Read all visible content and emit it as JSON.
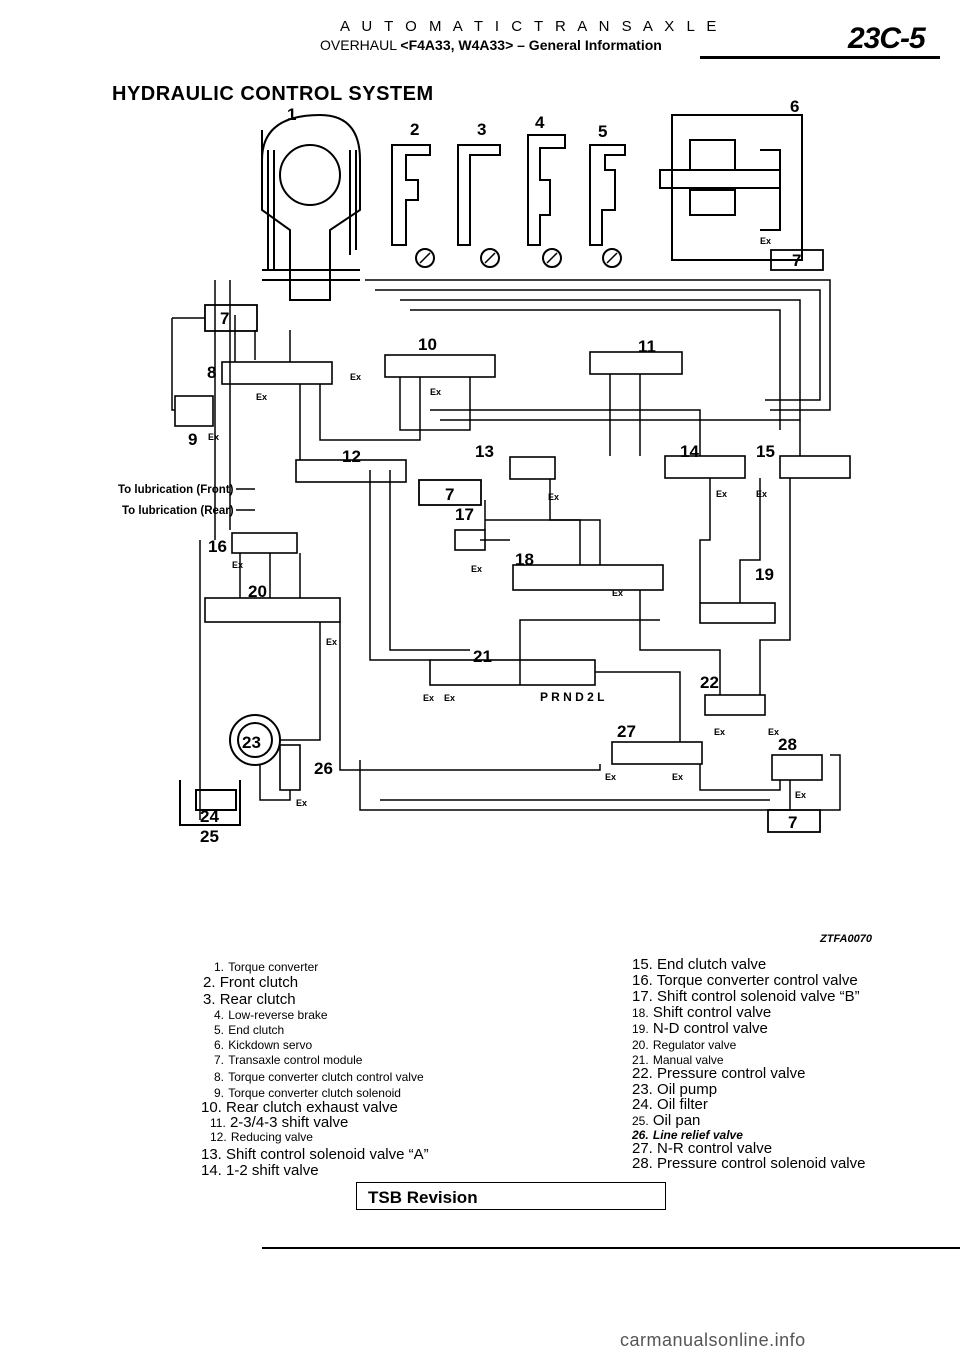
{
  "header": {
    "title": "A U T O M A T I C  T R A N S A X L E",
    "subtitle_prefix": "OVERHAUL",
    "subtitle_models": "<F4A33, W4A33> – General Information",
    "page_number": "23C-5"
  },
  "section_title": "HYDRAULIC  CONTROL  SYSTEM",
  "figure_code": "ZTFA0070",
  "diagram": {
    "callouts": [
      "1",
      "2",
      "3",
      "4",
      "5",
      "6",
      "7",
      "8",
      "9",
      "10",
      "11",
      "12",
      "13",
      "14",
      "15",
      "16",
      "17",
      "18",
      "19",
      "20",
      "21",
      "22",
      "23",
      "24",
      "25",
      "26",
      "27",
      "28"
    ],
    "side_labels": {
      "lub_front": "To lubrication (Front)",
      "lub_rear": "To lubrication (Rear)"
    },
    "selector": "P R N D 2 L",
    "exhaust": "Ex"
  },
  "legend": {
    "left": [
      {
        "num": "1.",
        "text": "Torque   converter"
      },
      {
        "num": "2.",
        "text": "Front clutch"
      },
      {
        "num": "3.",
        "text": "Rear clutch"
      },
      {
        "num": "4.",
        "text": "Low-reverse   brake"
      },
      {
        "num": "5.",
        "text": "End   clutch"
      },
      {
        "num": "6.",
        "text": "Kickdown  servo"
      },
      {
        "num": "7.",
        "text": "Transaxle   control   module"
      },
      {
        "num": "8.",
        "text": "Torque  converter  clutch  control  valve"
      },
      {
        "num": "9.",
        "text": "Torque  converter  clutch  solenoid"
      },
      {
        "num": "10.",
        "text": "Rear clutch exhaust valve"
      },
      {
        "num": "11.",
        "text": "2-3/4-3  shift  valve"
      },
      {
        "num": "12.",
        "text": "Reducing   valve"
      },
      {
        "num": "13.",
        "text": "Shift control solenoid valve “A”"
      },
      {
        "num": "14.",
        "text": "1-2  shift  valve"
      }
    ],
    "right": [
      {
        "num": "15.",
        "text": "End clutch valve"
      },
      {
        "num": "16.",
        "text": "Torque converter  control valve"
      },
      {
        "num": "17.",
        "text": "Shift control solenoid valve  “B”"
      },
      {
        "num": "18.",
        "text": "Shift control valve"
      },
      {
        "num": "19.",
        "text": "N-D control valve"
      },
      {
        "num": "20.",
        "text": "Regulator  valve"
      },
      {
        "num": "21.",
        "text": "Manual  valve"
      },
      {
        "num": "22.",
        "text": "Pressure control valve"
      },
      {
        "num": "23.",
        "text": "Oil pump"
      },
      {
        "num": "24.",
        "text": "Oil filter"
      },
      {
        "num": "25.",
        "text": "Oil pan"
      },
      {
        "num": "26.",
        "text": "Line  relief  valve"
      },
      {
        "num": "27.",
        "text": "N-R control valve"
      },
      {
        "num": "28.",
        "text": "Pressure control solenoid  valve"
      }
    ]
  },
  "footer": {
    "tsb": "TSB Revision",
    "watermark": "carmanualsonline.info"
  }
}
